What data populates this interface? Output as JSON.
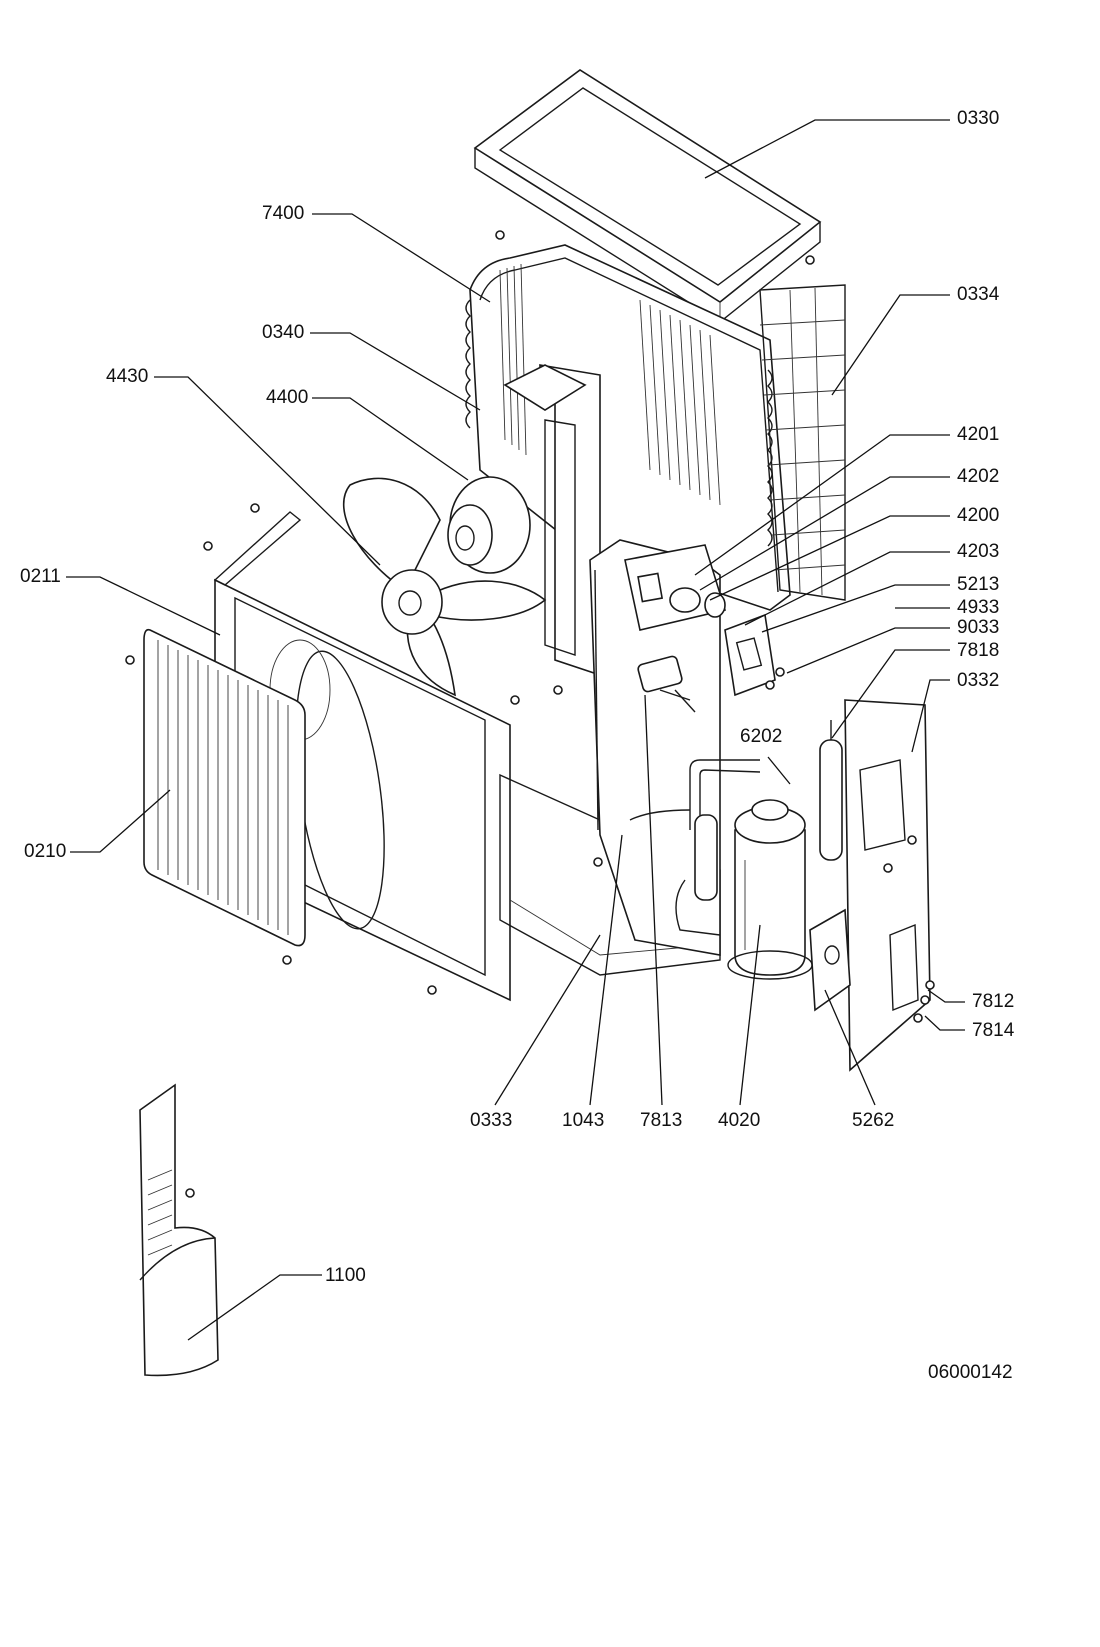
{
  "diagram": {
    "drawing_number": "06000142",
    "labels": {
      "0330": "0330",
      "7400": "7400",
      "0334": "0334",
      "0340": "0340",
      "4430": "4430",
      "4400": "4400",
      "4201": "4201",
      "4202": "4202",
      "4200": "4200",
      "4203": "4203",
      "0211": "0211",
      "5213": "5213",
      "4933": "4933",
      "9033": "9033",
      "7818": "7818",
      "0332": "0332",
      "6202": "6202",
      "0210": "0210",
      "7812": "7812",
      "7814": "7814",
      "0333": "0333",
      "1043": "1043",
      "7813": "7813",
      "4020": "4020",
      "5262": "5262",
      "1100": "1100"
    }
  }
}
